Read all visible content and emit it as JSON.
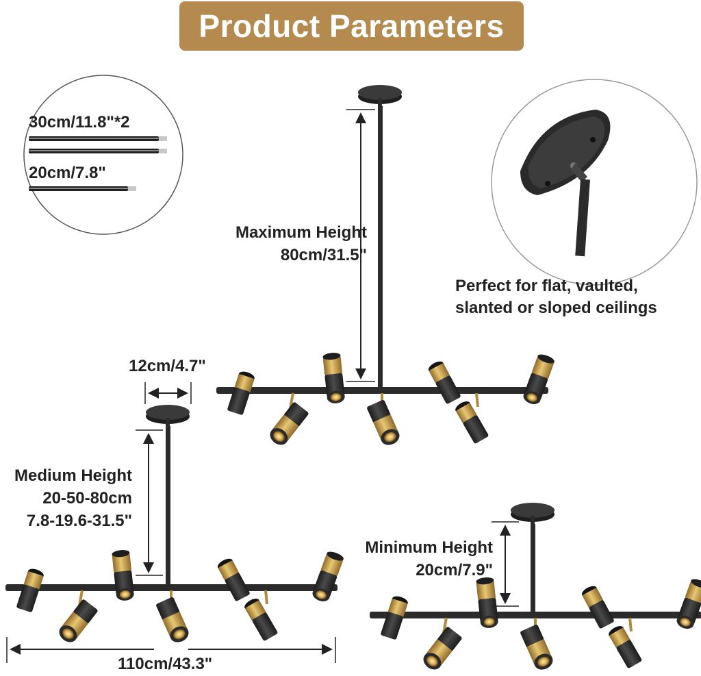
{
  "header": {
    "title": "Product Parameters"
  },
  "rods": {
    "rod_a": "30cm/11.8\"*2",
    "rod_b": "20cm/7.8\""
  },
  "max_height": {
    "title": "Maximum Height",
    "value": "80cm/31.5\""
  },
  "ceiling_note": {
    "line1": "Perfect for flat, vaulted,",
    "line2": "slanted or sloped ceilings"
  },
  "canopy_width": "12cm/4.7\"",
  "medium_height": {
    "title": "Medium Height",
    "value_cm": "20-50-80cm",
    "value_in": "7.8-19.6-31.5\""
  },
  "min_height": {
    "title": "Minimum Height",
    "value": "20cm/7.9\""
  },
  "total_width": "110cm/43.3\"",
  "colors": {
    "banner": "#b58a4e",
    "metal": "#2e2e2e",
    "brass": "#c9a24e",
    "text": "#222222"
  }
}
